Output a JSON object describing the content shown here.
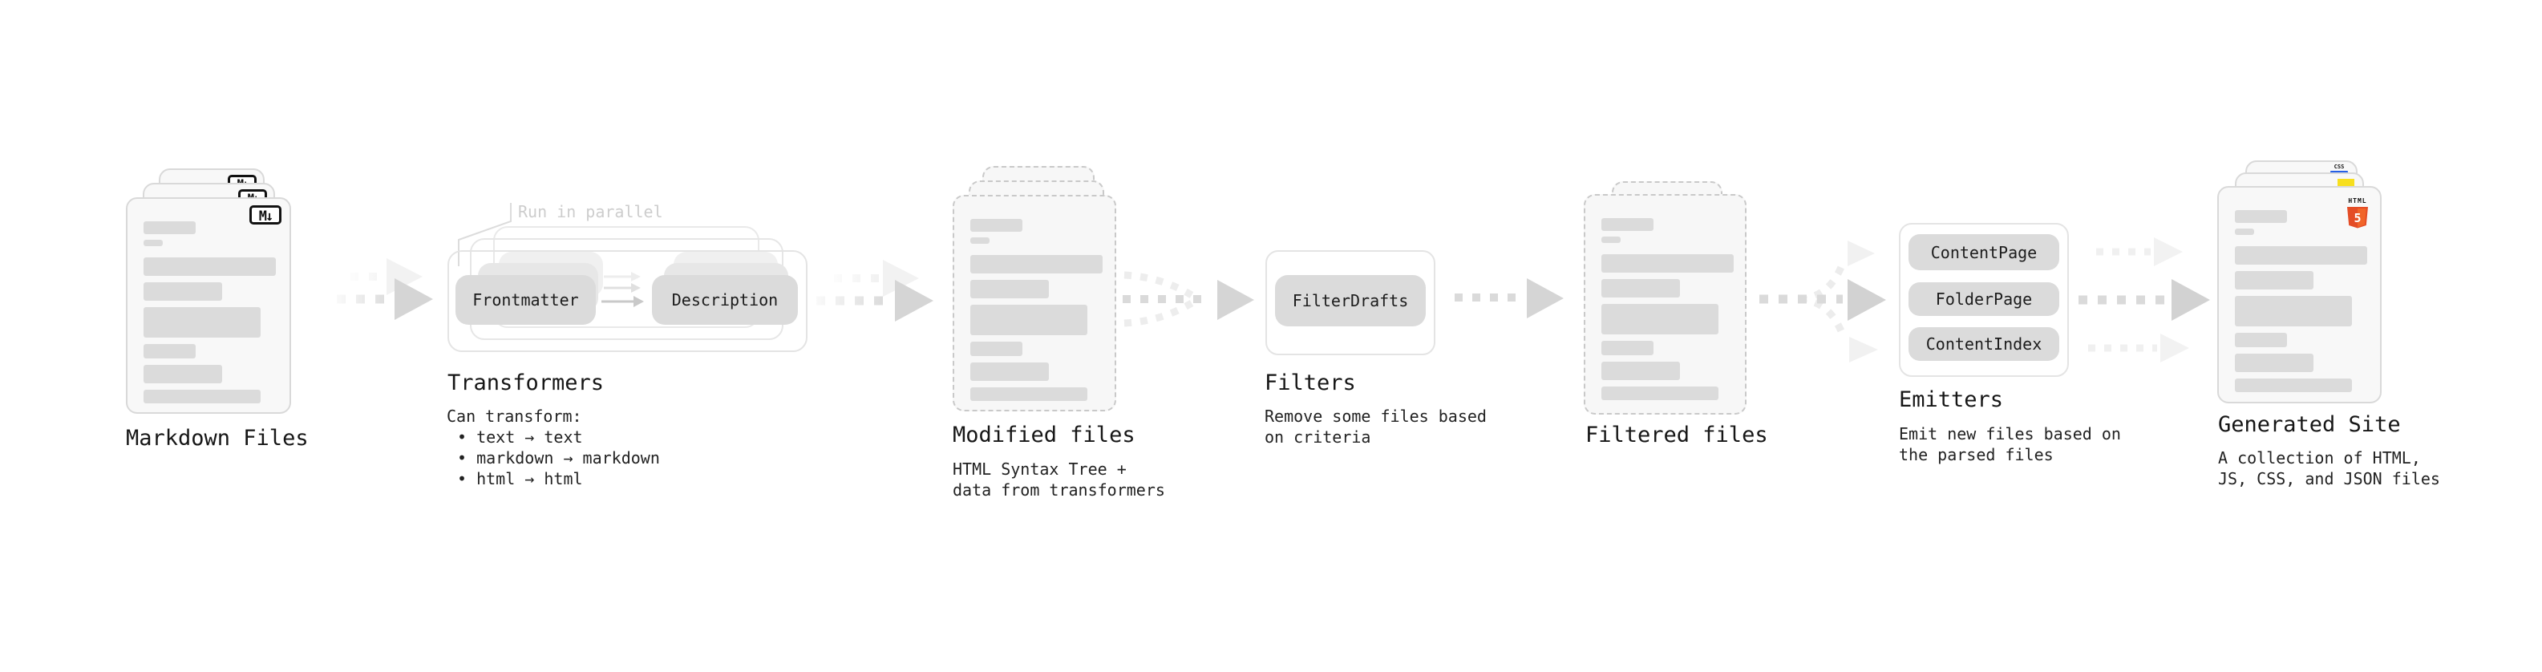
{
  "diagram": {
    "stages": [
      {
        "title": "Markdown Files"
      },
      {
        "title": "Transformers",
        "callout": "Run in parallel",
        "pills": [
          "Frontmatter",
          "Description"
        ],
        "desc": [
          "Can transform:",
          "• text → text",
          "• markdown → markdown",
          "• html → html"
        ]
      },
      {
        "title": "Modified files",
        "desc": [
          "HTML Syntax Tree +",
          "data from transformers"
        ]
      },
      {
        "title": "Filters",
        "pills": [
          "FilterDrafts"
        ],
        "desc": [
          "Remove some files based",
          "on criteria"
        ]
      },
      {
        "title": "Filtered files"
      },
      {
        "title": "Emitters",
        "pills": [
          "ContentPage",
          "FolderPage",
          "ContentIndex"
        ],
        "desc": [
          "Emit new files based on",
          "the parsed files"
        ]
      },
      {
        "title": "Generated Site",
        "desc": [
          "A collection of HTML,",
          "JS, CSS, and JSON files"
        ]
      }
    ],
    "icons": {
      "markdown_badge": {
        "name": "markdown-icon",
        "text": "M↓"
      },
      "html5": {
        "name": "html5-icon",
        "label": "HTML",
        "numeral": "5",
        "color": "#e44d26"
      },
      "css": {
        "name": "css3-icon",
        "text": "CSS",
        "color": "#2760e6"
      },
      "js": {
        "name": "js-icon",
        "color": "#f7df1e"
      }
    },
    "colors": {
      "background": "#ffffff",
      "card_fill": "#f7f7f7",
      "pill_fill": "#dbdbdb",
      "arrow": "#d5d5d5",
      "faint_arrow": "#f0f0f0",
      "text": "#1a1a1a",
      "muted_label": "#cdcdcd"
    }
  }
}
